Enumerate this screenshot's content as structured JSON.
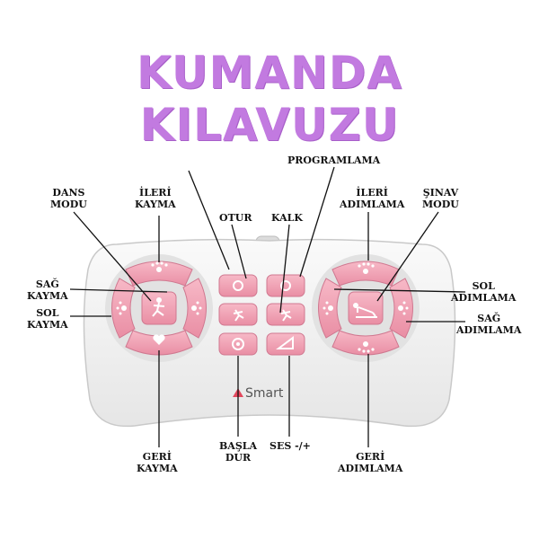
{
  "title": "KUMANDA KILAVUZU",
  "brand": "Smart",
  "labels": {
    "dans_modu": [
      "DANS",
      "MODU"
    ],
    "ileri_kayma": [
      "İLERİ",
      "KAYMA"
    ],
    "otur": [
      "OTUR"
    ],
    "kalk": [
      "KALK"
    ],
    "programlama": [
      "PROGRAMLAMA"
    ],
    "ileri_adimlama": [
      "İLERİ",
      "ADIMLAMA"
    ],
    "sinav_modu": [
      "ŞINAV",
      "MODU"
    ],
    "sag_kayma": [
      "SAĞ",
      "KAYMA"
    ],
    "sol_kayma": [
      "SOL",
      "KAYMA"
    ],
    "sol_adimlama": [
      "SOL",
      "ADIMLAMA"
    ],
    "sag_adimlama": [
      "SAĞ",
      "ADIMLAMA"
    ],
    "geri_kayma": [
      "GERİ",
      "KAYMA"
    ],
    "basla_dur": [
      "BAŞLA",
      "DUR"
    ],
    "ses": [
      "SES -/+"
    ],
    "geri_adimlama": [
      "GERİ",
      "ADIMLAMA"
    ]
  },
  "colors": {
    "title": "#c27ae0",
    "button_pink": "#f3a7b8",
    "button_dark": "#e48aa0",
    "remote_body": "#f2f2f2"
  },
  "icons": [
    "paw-icon",
    "dancer-icon",
    "circle-icon",
    "gear-icon",
    "volume-icon"
  ]
}
